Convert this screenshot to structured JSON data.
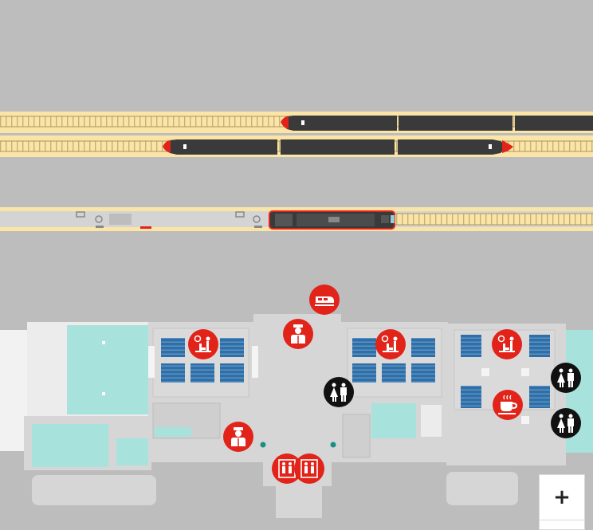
{
  "map": {
    "background_color": "#bdbdbd",
    "track_color": "#fbe5a6",
    "train_color": "#3a3a3a",
    "accent_red": "#e2231a",
    "floor_color": "#d6d6d6",
    "water_color": "#a7e3dc",
    "seat_color": "#2f6fa6"
  },
  "markers": [
    {
      "kind": "train-station",
      "icon": "train-icon",
      "tone": "red"
    },
    {
      "kind": "ticket-office",
      "icon": "staff-icon",
      "tone": "red"
    },
    {
      "kind": "waiting-area-west",
      "icon": "waiting-room-icon",
      "tone": "red"
    },
    {
      "kind": "waiting-area-center",
      "icon": "waiting-room-icon",
      "tone": "red"
    },
    {
      "kind": "waiting-area-east",
      "icon": "waiting-room-icon",
      "tone": "red"
    },
    {
      "kind": "toilets-center",
      "icon": "toilets-icon",
      "tone": "black"
    },
    {
      "kind": "toilets-east-upper",
      "icon": "toilets-icon",
      "tone": "black"
    },
    {
      "kind": "toilets-east-lower",
      "icon": "toilets-icon",
      "tone": "black"
    },
    {
      "kind": "cafe",
      "icon": "coffee-icon",
      "tone": "red"
    },
    {
      "kind": "service-staff",
      "icon": "staff-icon",
      "tone": "red"
    },
    {
      "kind": "elevator-left",
      "icon": "elevator-icon",
      "tone": "red"
    },
    {
      "kind": "elevator-right",
      "icon": "elevator-icon",
      "tone": "red"
    }
  ],
  "controls": {
    "zoom_in_label": "+"
  }
}
